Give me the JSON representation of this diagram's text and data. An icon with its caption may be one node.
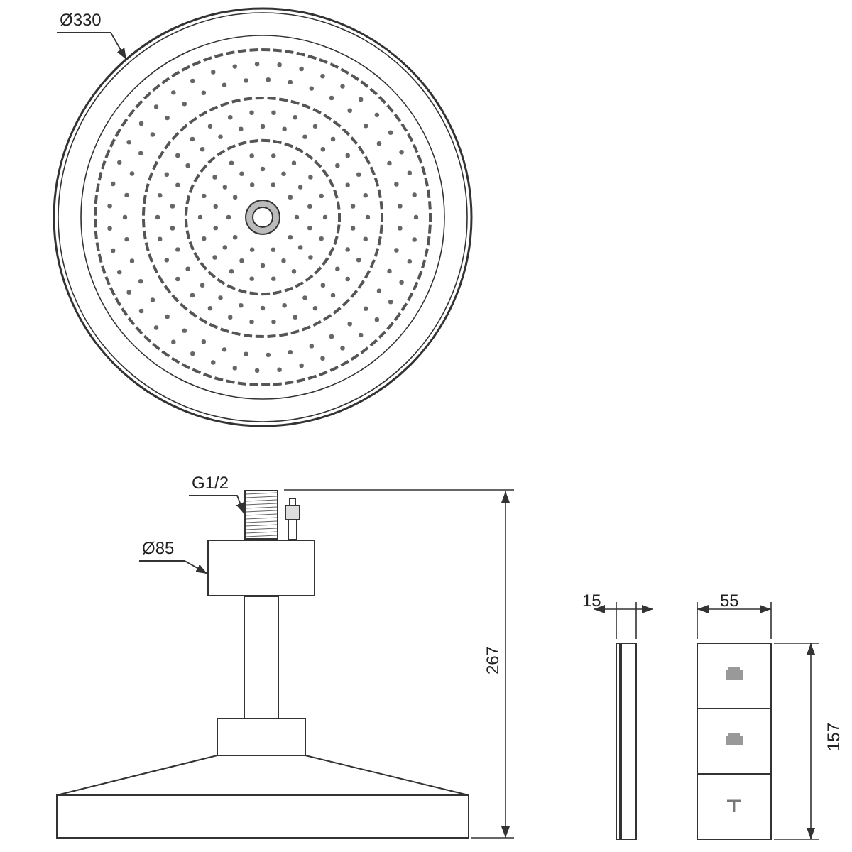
{
  "diagram": {
    "nodes": [
      {
        "text": [
          "Ø330"
        ]
      },
      {
        "text": [],
        "shape": "circle"
      },
      {
        "text": [
          "G1/2"
        ]
      },
      {
        "text": [],
        "shape": "bar"
      },
      {
        "text": [
          "Ø85"
        ]
      },
      {
        "text": [],
        "shape": "box"
      }
    ],
    "edges": [
      {
        "from": 0,
        "to": 1,
        "arrow": "to"
      },
      {
        "from": 2,
        "to": 3,
        "arrow": "to"
      },
      {
        "from": 4,
        "to": 5,
        "arrow": "to"
      }
    ],
    "labels": [
      "267",
      "15",
      "55",
      "157"
    ]
  }
}
